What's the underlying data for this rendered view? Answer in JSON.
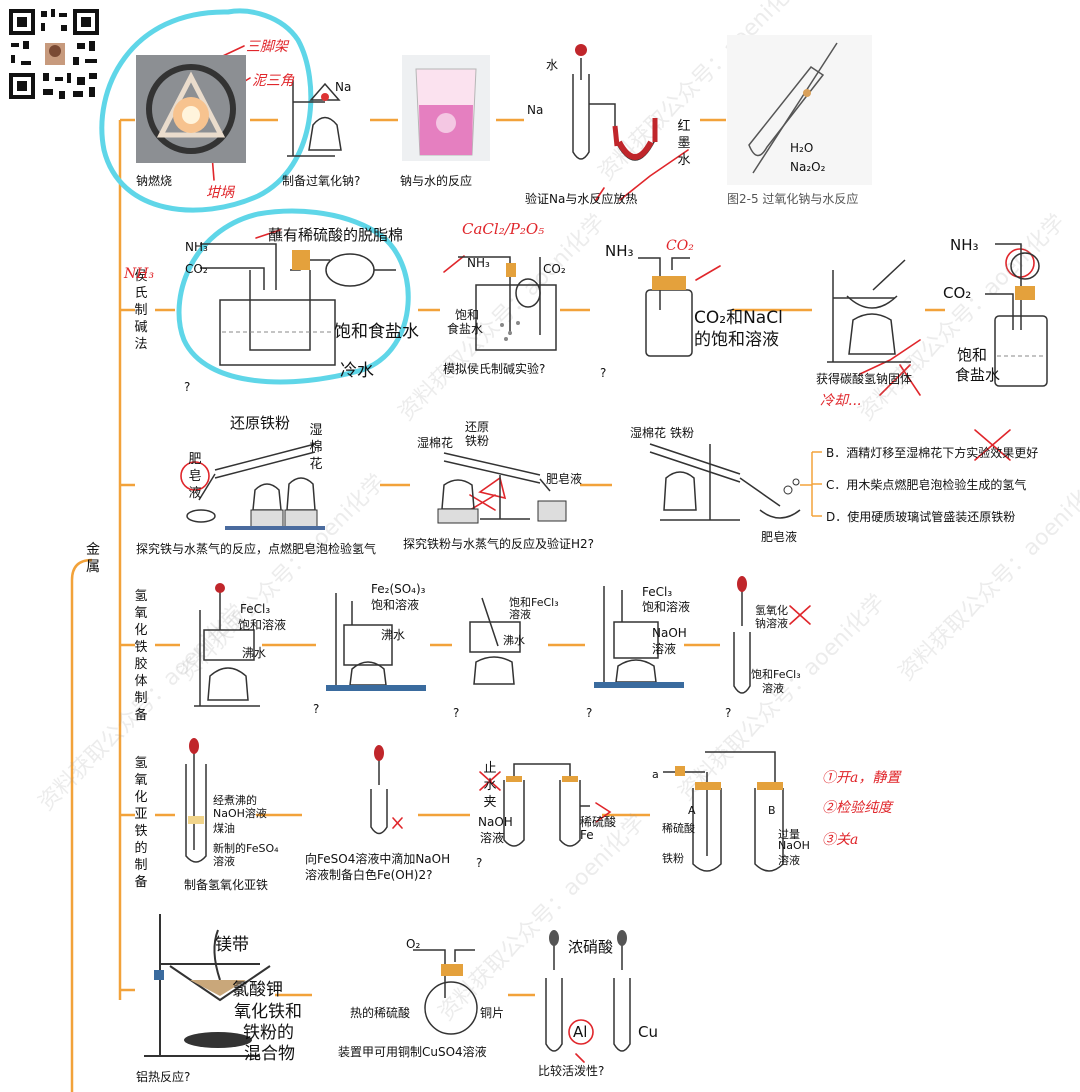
{
  "root_label": "金属",
  "sections": {
    "na": {
      "items": [
        {
          "caption": "钠燃烧"
        },
        {
          "caption": "制备过氧化钠?",
          "tag": "Na"
        },
        {
          "caption": "钠与水的反应"
        },
        {
          "caption": "验证Na与水反应放热",
          "tags": [
            "水",
            "Na",
            "红",
            "墨",
            "水"
          ]
        },
        {
          "caption": "图2-5  过氧化钠与水反应",
          "tags": [
            "H₂O",
            "Na₂O₂"
          ]
        }
      ]
    },
    "hou": {
      "label": "侯氏制碱法",
      "items": [
        {
          "caption": "?",
          "tags": [
            "蘸有稀硫酸的脱脂棉",
            "NH₃",
            "CO₂",
            "饱和食盐水",
            "冷水"
          ]
        },
        {
          "caption": "模拟侯氏制碱实验?",
          "tags": [
            "NH₃",
            "CO₂",
            "饱和",
            "食盐水"
          ]
        },
        {
          "caption": "?",
          "tags": [
            "NH₃",
            "CO₂和NaCl",
            "的饱和溶液"
          ]
        },
        {
          "caption": "获得碳酸氢钠固体"
        },
        {
          "caption": "",
          "tags": [
            "NH₃",
            "CO₂",
            "饱和",
            "食盐水"
          ]
        }
      ]
    },
    "fe": {
      "items": [
        {
          "caption": "探究铁与水蒸气的反应，点燃肥皂泡检验氢气",
          "tags": [
            "还原铁粉",
            "湿",
            "棉",
            "花",
            "肥",
            "皂",
            "液"
          ]
        },
        {
          "caption": "探究铁粉与水蒸气的反应及验证H2?",
          "tags": [
            "湿棉花",
            "还原",
            "铁粉",
            "肥皂液"
          ]
        },
        {
          "caption": "",
          "tags": [
            "湿棉花",
            "铁粉",
            "肥皂液"
          ]
        }
      ],
      "options": [
        "B．酒精灯移至湿棉花下方实验效果更好",
        "C．用木柴点燃肥皂泡检验生成的氢气",
        "D．使用硬质玻璃试管盛装还原铁粉"
      ]
    },
    "colloid": {
      "label": "氢氧化铁胶体制备",
      "items": [
        {
          "caption": "",
          "tags": [
            "FeCl₃",
            "饱和溶液",
            "沸水"
          ]
        },
        {
          "caption": "?",
          "tags": [
            "Fe₂(SO₄)₃",
            "饱和溶液",
            "沸水"
          ]
        },
        {
          "caption": "?",
          "tags": [
            "饱和FeCl₃",
            "溶液",
            "沸水"
          ]
        },
        {
          "caption": "?",
          "tags": [
            "FeCl₃",
            "饱和溶液",
            "NaOH",
            "溶液"
          ]
        },
        {
          "caption": "?",
          "tags": [
            "氢氧化",
            "钠溶液",
            "饱和FeCl₃",
            "溶液"
          ]
        }
      ]
    },
    "feoh2": {
      "label": "氢氧化亚铁的制备",
      "items": [
        {
          "caption": "制备氢氧化亚铁",
          "tags": [
            "经煮沸的",
            "NaOH溶液",
            "煤油",
            "新制的FeSO₄",
            "溶液"
          ]
        },
        {
          "caption": "向FeSO4溶液中滴加NaOH",
          "caption2": "溶液制备白色Fe(OH)2?"
        },
        {
          "caption": "?",
          "tags": [
            "止",
            "水",
            "夹",
            "NaOH",
            "溶液",
            "稀硫酸",
            "Fe"
          ]
        },
        {
          "caption": "",
          "tags": [
            "a",
            "A",
            "B",
            "稀硫酸",
            "铁粉",
            "过量",
            "NaOH",
            "溶液"
          ]
        }
      ]
    },
    "misc": {
      "items": [
        {
          "caption": "铝热反应?",
          "tags": [
            "镁带",
            "氯酸钾",
            "氧化铁和",
            "铁粉的",
            "混合物"
          ]
        },
        {
          "caption": "装置甲可用铜制CuSO4溶液",
          "tags": [
            "O₂",
            "热的稀硫酸",
            "铜片"
          ]
        },
        {
          "caption": "比较活泼性?",
          "tags": [
            "浓硝酸",
            "Al",
            "Cu"
          ]
        }
      ]
    }
  },
  "handwriting": [
    "三脚架",
    "泥三角",
    "坩埚",
    "CaCl₂/P₂O₅",
    "NH₃",
    "CO₂",
    "①开a，静置",
    "②检验纯度",
    "③关a",
    "冷却..."
  ],
  "watermark": "资料获取公众号：aoeni化学",
  "colors": {
    "orange": "#f2a23a",
    "cyan": "#5fd6e8",
    "red": "#e0262b",
    "text": "#111111"
  }
}
